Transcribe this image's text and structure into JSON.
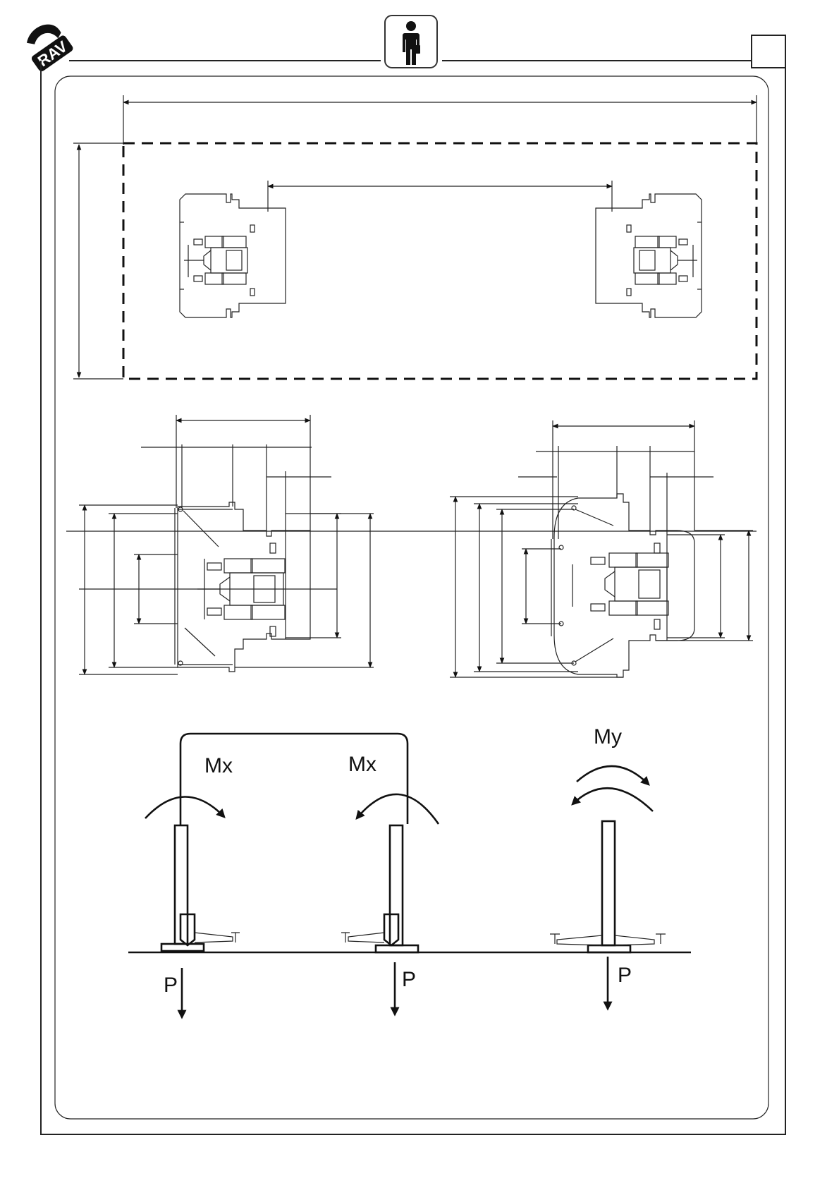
{
  "header": {
    "logo_text": "RAV",
    "page_number": ""
  },
  "forces": {
    "column_left": {
      "moment": "Mx",
      "load": "P"
    },
    "column_middle": {
      "moment": "Mx",
      "load": "P"
    },
    "column_right": {
      "moment": "My",
      "load": "P"
    }
  },
  "icons": {
    "header_badge": "person-with-briefcase-icon",
    "logo": "rav-logo-icon"
  }
}
